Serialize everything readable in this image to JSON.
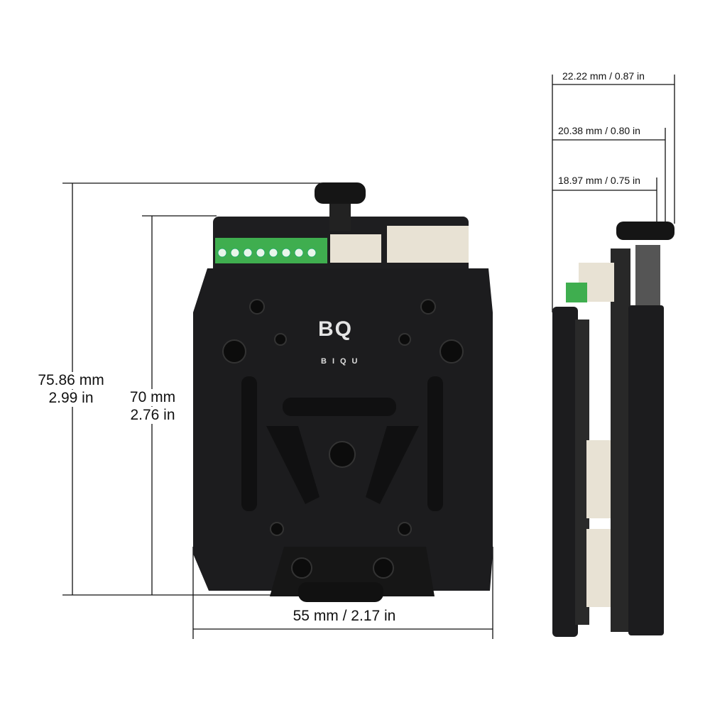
{
  "dimensions": {
    "total_height_mm": "75.86 mm",
    "total_height_in": "2.99 in",
    "body_height_mm": "70 mm",
    "body_height_in": "2.76 in",
    "width": "55 mm / 2.17 in",
    "depth_total": "22.22 mm / 0.87 in",
    "depth_mid": "20.38 mm / 0.80 in",
    "depth_body": "18.97 mm / 0.75 in"
  },
  "product": {
    "logo_mark": "BQ",
    "logo_text": "BIQU"
  },
  "colors": {
    "body": "#1c1c1e",
    "terminal": "#3fae4f",
    "connector": "#e8e2d4"
  }
}
